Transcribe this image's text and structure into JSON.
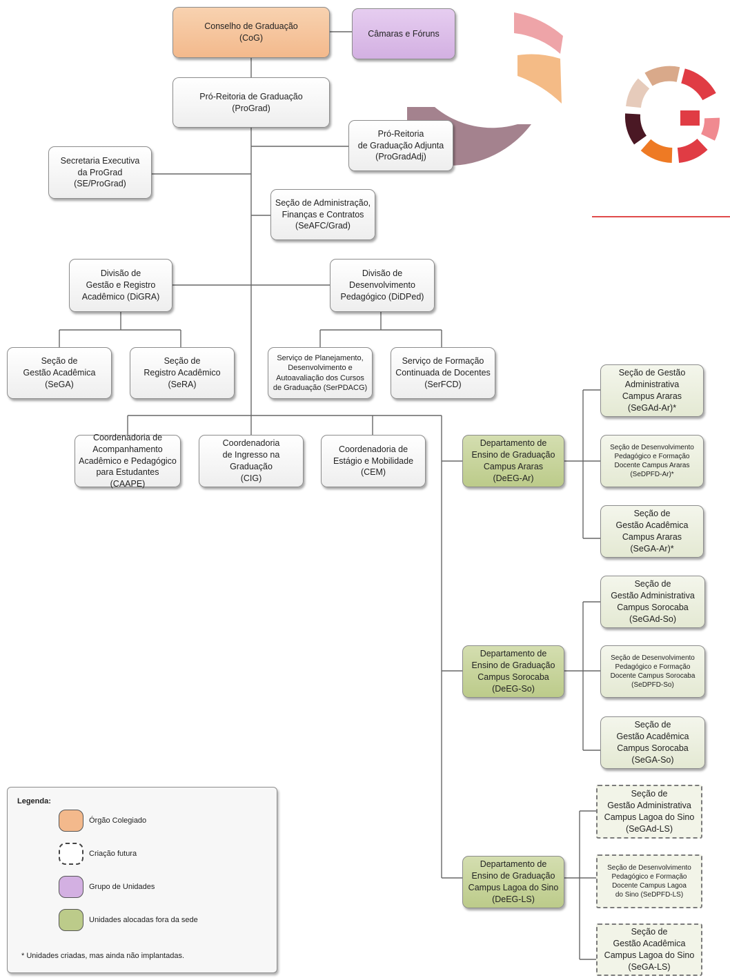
{
  "colors": {
    "orgao_colegiado": "#f3b98c",
    "grupo_unidades": "#d3b0e2",
    "fora_sede": "#bccb8a",
    "logo_red": "#e03c44",
    "logo_orange": "#ee8a3c",
    "logo_tan": "#d9a98a",
    "logo_dark": "#4a1824"
  },
  "nodes": {
    "cog": "Conselho de Graduação\n(CoG)",
    "camaras": "Câmaras e Fóruns",
    "prograd": "Pró-Reitoria de Graduação\n(ProGrad)",
    "progradadj": "Pró-Reitoria\nde Graduação Adjunta\n(ProGradAdj)",
    "se": "Secretaria Executiva\nda ProGrad\n(SE/ProGrad)",
    "seafc": "Seção de Administração,\nFinanças e Contratos\n(SeAFC/Grad)",
    "digra": "Divisão de\nGestão e Registro\nAcadêmico (DiGRA)",
    "didped": "Divisão de\nDesenvolvimento\nPedagógico (DiDPed)",
    "sega": "Seção de\nGestão Acadêmica\n(SeGA)",
    "sera": "Seção de\nRegistro Acadêmico\n(SeRA)",
    "serpdacg": "Serviço de Planejamento,\nDesenvolvimento e\nAutoavaliação dos Cursos\nde Graduação (SerPDACG)",
    "serfcd": "Serviço de Formação\nContinuada de Docentes\n(SerFCD)",
    "caape": "Coordenadoria de\nAcompanhamento\nAcadêmico e Pedagógico\npara Estudantes (CAAPE)",
    "cig": "Coordenadoria\nde Ingresso na\nGraduação\n(CIG)",
    "cem": "Coordenadoria de\nEstágio e Mobilidade\n(CEM)",
    "deeg_ar": "Departamento de\nEnsino de Graduação\nCampus Araras\n(DeEG-Ar)",
    "deeg_so": "Departamento de\nEnsino de Graduação\nCampus Sorocaba\n(DeEG-So)",
    "deeg_ls": "Departamento de\nEnsino de Graduação\nCampus Lagoa do Sino\n(DeEG-LS)",
    "segad_ar": "Seção de Gestão\nAdministrativa\nCampus Araras\n(SeGAd-Ar)*",
    "sedpfd_ar": "Seção de Desenvolvimento\nPedagógico e Formação\nDocente Campus Araras\n(SeDPFD-Ar)*",
    "sega_ar": "Seção de\nGestão Acadêmica\nCampus Araras\n(SeGA-Ar)*",
    "segad_so": "Seção de\nGestão Administrativa\nCampus Sorocaba\n(SeGAd-So)",
    "sedpfd_so": "Seção de Desenvolvimento\nPedagógico e Formação\nDocente Campus Sorocaba\n(SeDPFD-So)",
    "sega_so": "Seção de\nGestão Acadêmica\nCampus Sorocaba\n(SeGA-So)",
    "segad_ls": "Seção de\nGestão Administrativa\nCampus Lagoa do Sino\n(SeGAd-LS)",
    "sedpfd_ls": "Seção de Desenvolvimento\nPedagógico e Formação\nDocente Campus Lagoa\ndo Sino (SeDPFD-LS)",
    "sega_ls": "Seção de\nGestão Acadêmica\nCampus Lagoa do Sino\n(SeGA-LS)"
  },
  "legend": {
    "title": "Legenda:",
    "orgao": "Órgão Colegiado",
    "futura": "Criação futura",
    "grupo": "Grupo de Unidades",
    "fora": "Unidades alocadas fora da sede",
    "note": "* Unidades criadas, mas ainda não implantadas."
  }
}
